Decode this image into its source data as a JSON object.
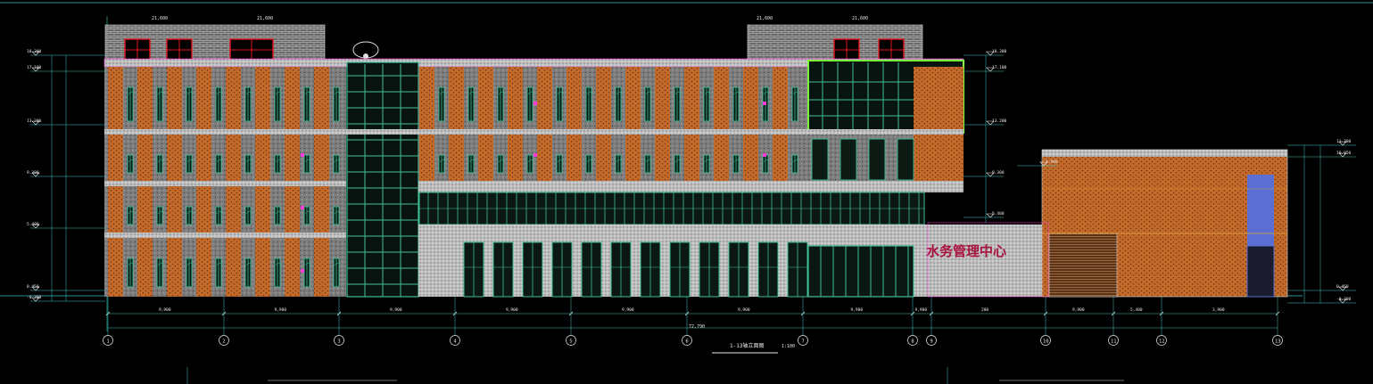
{
  "drawing": {
    "caption": "1-13轴立面图",
    "caption_scale": "1:100",
    "signage": "水务管理中心",
    "total_dimension": "72,790"
  },
  "axes": [
    "1",
    "2",
    "3",
    "4",
    "5",
    "6",
    "7",
    "8",
    "9",
    "10",
    "11",
    "12",
    "13"
  ],
  "bay_dimensions": [
    "9,900",
    "9,900",
    "9,900",
    "9,900",
    "9,900",
    "9,900",
    "9,900",
    "9,900",
    "280",
    "9,900",
    "5,400",
    "3,900",
    "9,900"
  ],
  "levels_left": [
    "18.300",
    "17.100",
    "13.200",
    "9.300",
    "5.400",
    "0.450",
    "-0.300"
  ],
  "levels_right": [
    "18.300",
    "17.100",
    "13.200",
    "9.300",
    "5.400",
    "3.900"
  ],
  "annex_levels": [
    "11.300",
    "10.050",
    "0.450",
    "-0.300"
  ],
  "roof_dims": [
    "21,600",
    "21,600",
    "21,600",
    "21,600"
  ],
  "colors": {
    "background": "#000000",
    "brick": "#c46a2a",
    "wall_gray": "#8a8a8a",
    "glass_frame": "#3fbf9a",
    "stucco": "#d9d9d9",
    "guide_line": "#34c9c4",
    "dim_line": "#ff3ad7",
    "highlight": "#7dff3f",
    "window_red": "#e0141e",
    "blue_panel": "#5a6fd1"
  }
}
